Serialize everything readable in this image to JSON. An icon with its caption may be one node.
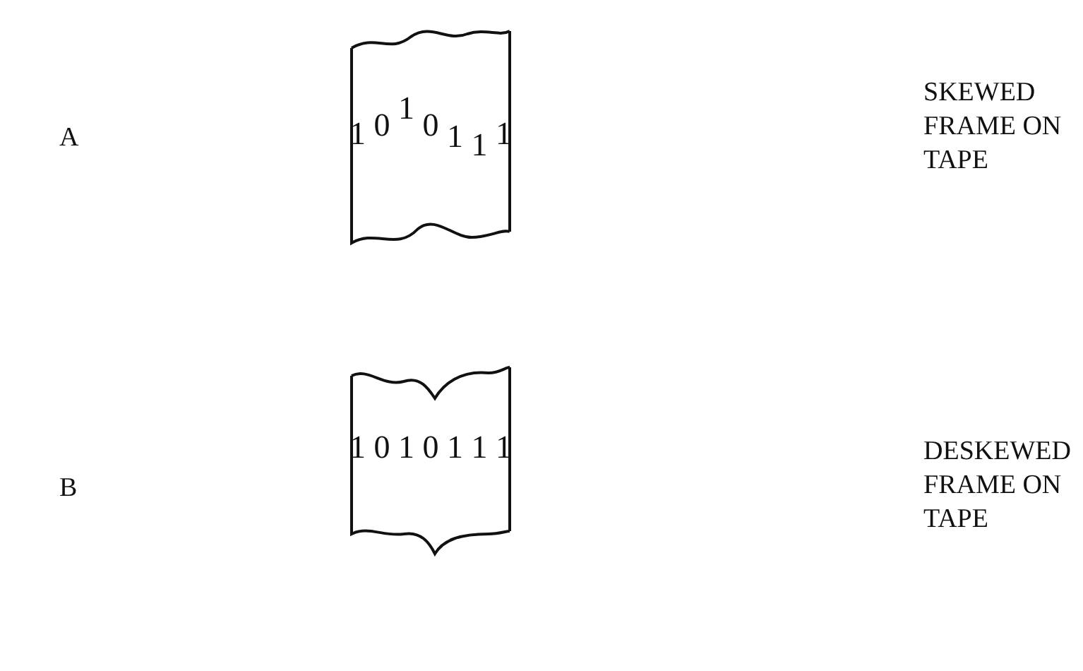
{
  "diagram": {
    "nodes": [
      {
        "text": [
          "1 0 1 0 1 1 1"
        ]
      },
      {
        "text": [
          "1 0 1 0 1 1 1"
        ]
      }
    ],
    "labels": [
      "A",
      "SKEWED FRAME ON TAPE",
      "B",
      "DESKEWED FRAME ON TAPE"
    ]
  }
}
